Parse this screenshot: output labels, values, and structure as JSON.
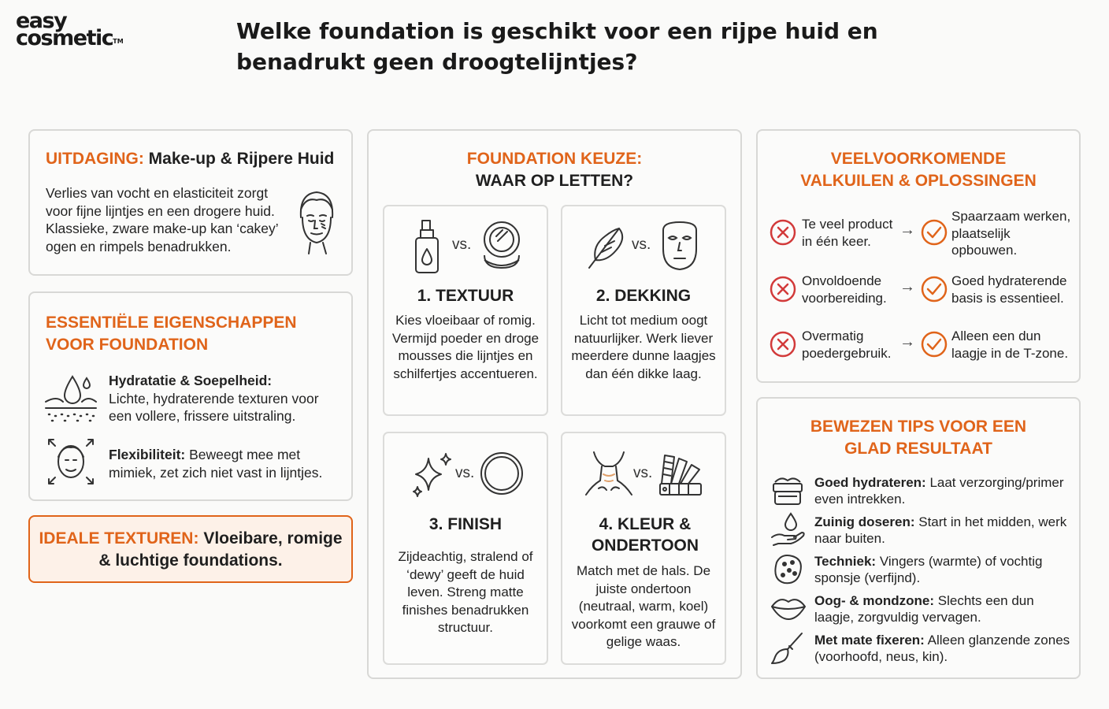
{
  "brand": {
    "line1": "easy",
    "line2": "cosmetic",
    "tm": "TM"
  },
  "headline": "Welke foundation is geschikt voor een rijpe huid en benadrukt geen droogtelijntjes?",
  "challenge": {
    "title_accent": "UITDAGING:",
    "title_rest": "Make-up & Rijpere Huid",
    "text": "Verlies van vocht en elasticiteit zorgt voor fijne lijntjes en een drogere huid. Klassieke, zware make-up kan ‘cakey’ ogen en rimpels benadrukken.",
    "icon": "aging-face-icon"
  },
  "properties": {
    "title": "ESSENTIËLE EIGENSCHAPPEN VOOR FOUNDATION",
    "items": [
      {
        "label": "Hydratatie & Soepelheid:",
        "text": "Lichte, hydraterende texturen voor een vollere, frissere uitstraling.",
        "icon": "hydration-drop-icon"
      },
      {
        "label": "Flexibiliteit:",
        "text": "Beweegt mee met mimiek, zet zich niet vast in lijntjes.",
        "icon": "flexible-face-icon"
      }
    ]
  },
  "ideal": {
    "accent": "IDEALE TEXTUREN:",
    "rest": "Vloeibare, romige & luchtige foundations."
  },
  "choice": {
    "title_line1": "FOUNDATION KEUZE:",
    "title_line2": "WAAR OP LETTEN?",
    "vs": "vs.",
    "criteria": [
      {
        "title": "1. TEXTUUR",
        "text": "Kies vloeibaar of romig. Vermijd poeder en droge mousses die lijntjes en schilfertjes accentueren.",
        "icon_left": "liquid-foundation-bottle-icon",
        "icon_right": "powder-compact-icon"
      },
      {
        "title": "2. DEKKING",
        "text": "Licht tot medium oogt natuurlijker. Werk liever meerdere dunne laagjes dan één dikke laag.",
        "icon_left": "feather-icon",
        "icon_right": "mask-icon"
      },
      {
        "title": "3. FINISH",
        "text": "Zijdeachtig, stralend of ‘dewy’ geeft de huid leven. Streng matte finishes benadrukken structuur.",
        "icon_left": "sparkle-icon",
        "icon_right": "matte-circle-icon"
      },
      {
        "title": "4. KLEUR & ONDERTOON",
        "text": "Match met de hals. De juiste ondertoon (neutraal, warm, koel) voorkomt een grauwe of gelige waas.",
        "icon_left": "neck-icon",
        "icon_right": "color-swatch-icon"
      }
    ]
  },
  "pitfalls": {
    "title": "VEELVOORKOMENDE VALKUILEN & OPLOSSINGEN",
    "arrow": "→",
    "items": [
      {
        "problem": "Te veel product in één keer.",
        "solution": "Spaarzaam werken, plaatselijk opbouwen."
      },
      {
        "problem": "Onvoldoende voorbereiding.",
        "solution": "Goed hydraterende basis is essentieel."
      },
      {
        "problem": "Overmatig poedergebruik.",
        "solution": "Alleen een dun laagje in de T-zone."
      }
    ],
    "icons": {
      "problem": "cross-circle-icon",
      "solution": "check-circle-icon"
    }
  },
  "tips": {
    "title": "BEWEZEN TIPS VOOR EEN GLAD RESULTAAT",
    "items": [
      {
        "label": "Goed hydrateren:",
        "text": "Laat verzorging/primer even intrekken.",
        "icon": "cream-jar-icon"
      },
      {
        "label": "Zuinig doseren:",
        "text": "Start in het midden, werk naar buiten.",
        "icon": "hand-drop-icon"
      },
      {
        "label": "Techniek:",
        "text": "Vingers (warmte) of vochtig sponsje (verfijnd).",
        "icon": "sponge-icon"
      },
      {
        "label": "Oog- & mondzone:",
        "text": "Slechts een dun laagje, zorgvuldig vervagen.",
        "icon": "lips-icon"
      },
      {
        "label": "Met mate fixeren:",
        "text": "Alleen glanzende zones (voorhoofd, neus, kin).",
        "icon": "brush-icon"
      }
    ]
  },
  "colors": {
    "accent": "#e0641a",
    "red": "#d23a3a",
    "border": "#d8d8d6"
  }
}
